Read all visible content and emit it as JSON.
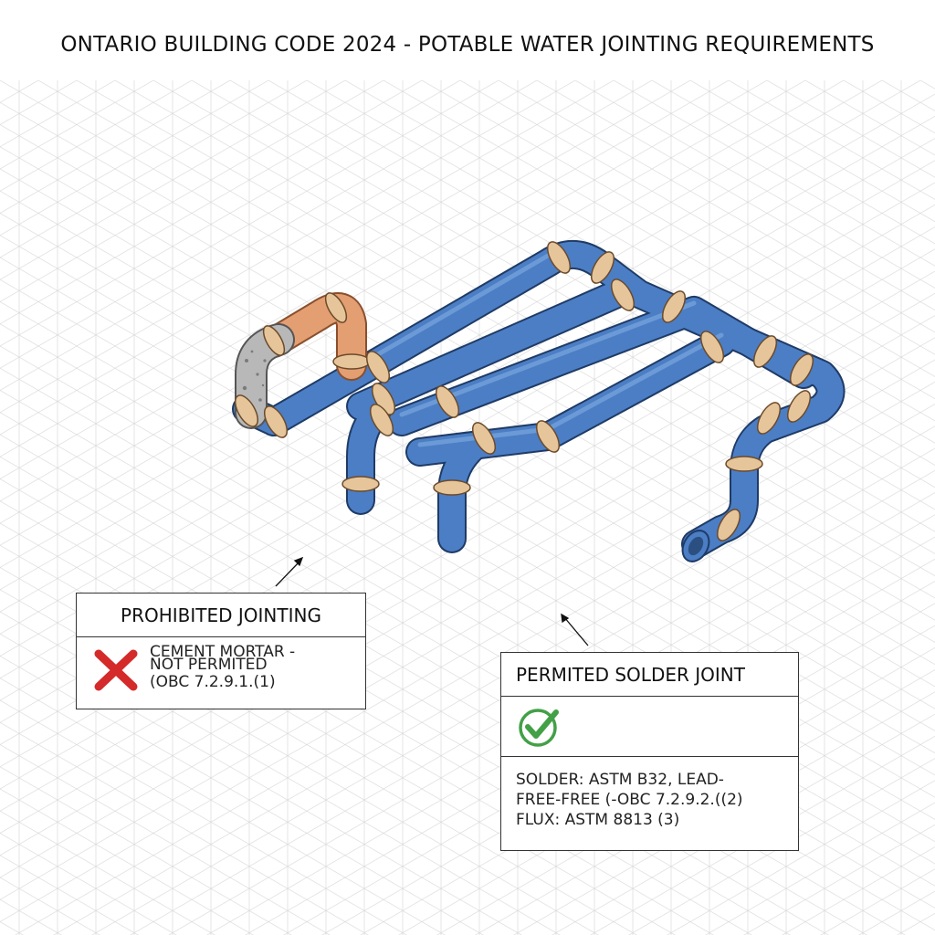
{
  "title": "ONTARIO BUILDING CODE 2024 - POTABLE WATER JOINTING REQUIREMENTS",
  "colors": {
    "pvc_pipe": "#4b7ec5",
    "pvc_outline": "#1f3b66",
    "copper_pipe": "#e39e72",
    "collar": "#e6c59a",
    "mortar": "#b8b8b8",
    "prohibited_mark": "#d42a2a",
    "permitted_mark": "#43a047",
    "grid_line": "#d6d6d6"
  },
  "prohibited": {
    "header": "PROHIBITED JOINTING",
    "line1": "CEMENT MORTAR -",
    "line2": "NOT PERMITED",
    "line3": "(OBC 7.2.9.1.(1)",
    "icon": "x-mark-icon"
  },
  "permitted": {
    "header": "PERMITED SOLDER JOINT",
    "icon": "check-mark-icon",
    "line1": "SOLDER: ASTM B32, LEAD-",
    "line2": "FREE-FREE (-OBC 7.2.9.2.((2)",
    "line3": "FLUX: ASTM 8813 (3)"
  }
}
